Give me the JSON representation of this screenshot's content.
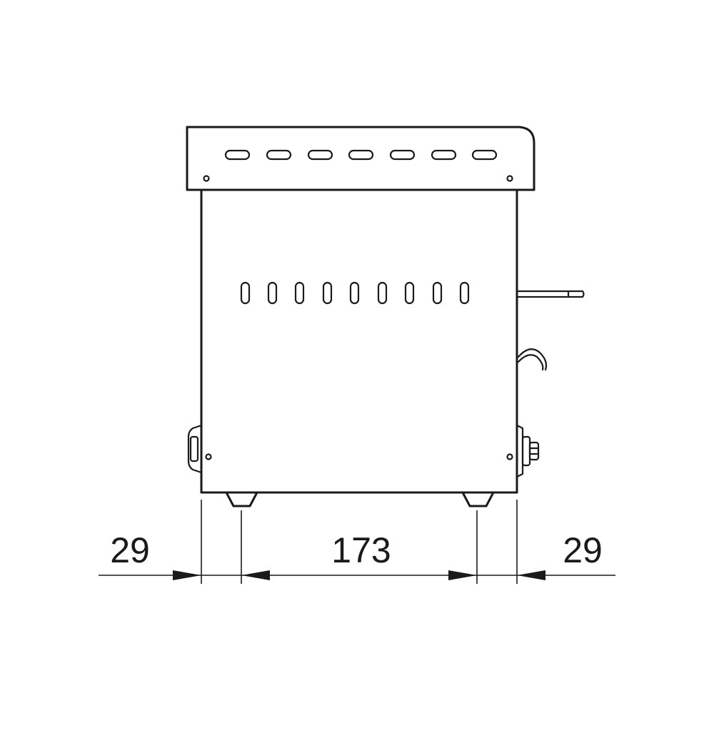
{
  "dimensions": {
    "left_overhang": "29",
    "foot_spacing": "173",
    "right_overhang": "29"
  },
  "colors": {
    "line": "#1a1a1a",
    "background": "#ffffff"
  }
}
